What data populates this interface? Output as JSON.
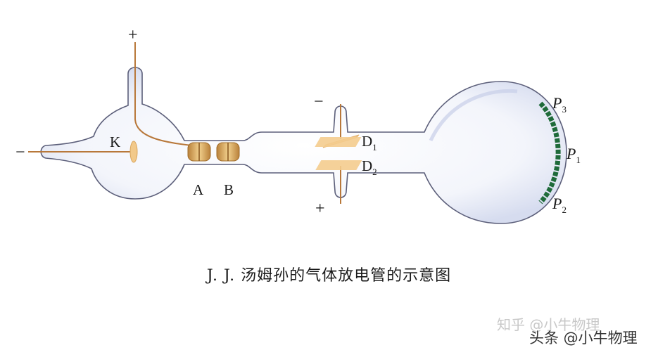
{
  "diagram": {
    "signs": {
      "cathode_minus": "−",
      "anode_plus": "+",
      "deflector_minus": "−",
      "deflector_plus": "+"
    },
    "labels": {
      "cathode": "K",
      "anode_a": "A",
      "anode_b": "B",
      "plate_d1": "D",
      "plate_d1_sub": "1",
      "plate_d2": "D",
      "plate_d2_sub": "2",
      "spot_p1": "P",
      "spot_p1_sub": "1",
      "spot_p2": "P",
      "spot_p2_sub": "2",
      "spot_p3": "P",
      "spot_p3_sub": "3"
    },
    "caption": "J. J. 汤姆孙的气体放电管的示意图"
  },
  "watermarks": {
    "zhihu": "知乎 @小牛物理",
    "toutiao": "头条 @小牛物理"
  },
  "colors": {
    "glass_fill": "#dde3f2",
    "glass_edge": "#5c5f7a",
    "wire": "#b8783a",
    "electrode": "#e0b060",
    "plate": "#f2c98a",
    "screen": "#1f6b3a"
  }
}
